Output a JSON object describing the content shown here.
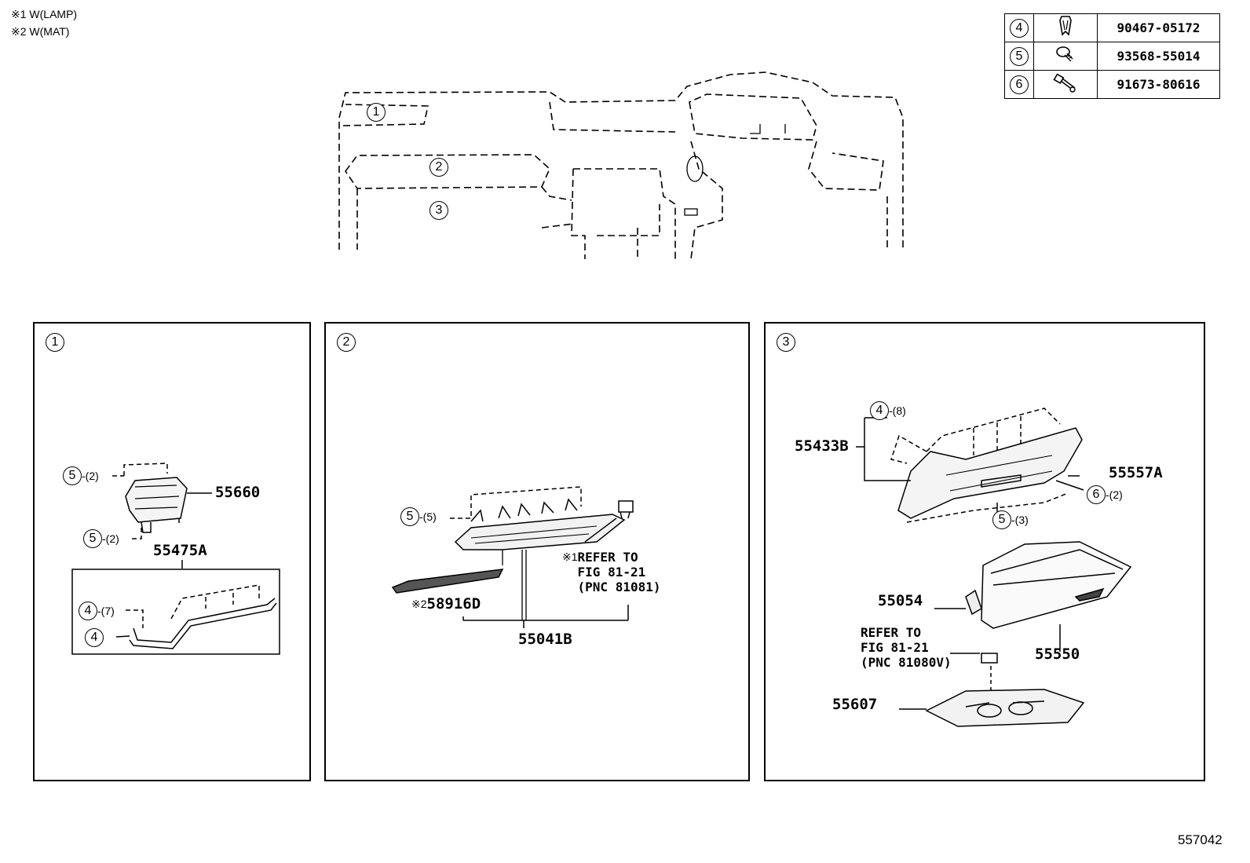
{
  "notes": [
    {
      "mark": "※1",
      "text": "W(LAMP)"
    },
    {
      "mark": "※2",
      "text": "W(MAT)"
    }
  ],
  "legend": [
    {
      "ref": "4",
      "icon": "clip-icon",
      "part": "90467-05172"
    },
    {
      "ref": "5",
      "icon": "screw-icon",
      "part": "93568-55014"
    },
    {
      "ref": "6",
      "icon": "bolt-icon",
      "part": "91673-80616"
    }
  ],
  "overview": {
    "callouts": [
      "1",
      "2",
      "3"
    ]
  },
  "panel1": {
    "ref": "1",
    "parts": {
      "p55660": "55660",
      "p55475A": "55475A"
    },
    "callouts": [
      {
        "ref": "5",
        "qty": "-(2)"
      },
      {
        "ref": "5",
        "qty": "-(2)"
      },
      {
        "ref": "4",
        "qty": "-(7)"
      },
      {
        "ref": "4",
        "qty": ""
      }
    ]
  },
  "panel2": {
    "ref": "2",
    "parts": {
      "p58916D": "58916D",
      "p55041B": "55041B"
    },
    "mark2": "※2",
    "callouts": [
      {
        "ref": "5",
        "qty": "-(5)"
      }
    ],
    "refer": {
      "mark": "※1",
      "text": "REFER TO\nFIG 81-21\n(PNC 81081)"
    }
  },
  "panel3": {
    "ref": "3",
    "parts": {
      "p55433B": "55433B",
      "p55557A": "55557A",
      "p55054": "55054",
      "p55550": "55550",
      "p55607": "55607"
    },
    "callouts": [
      {
        "ref": "4",
        "qty": "-(8)"
      },
      {
        "ref": "6",
        "qty": "-(2)"
      },
      {
        "ref": "5",
        "qty": "-(3)"
      }
    ],
    "refer": "REFER TO\nFIG 81-21\n(PNC 81080V)"
  },
  "figure_id": "557042"
}
